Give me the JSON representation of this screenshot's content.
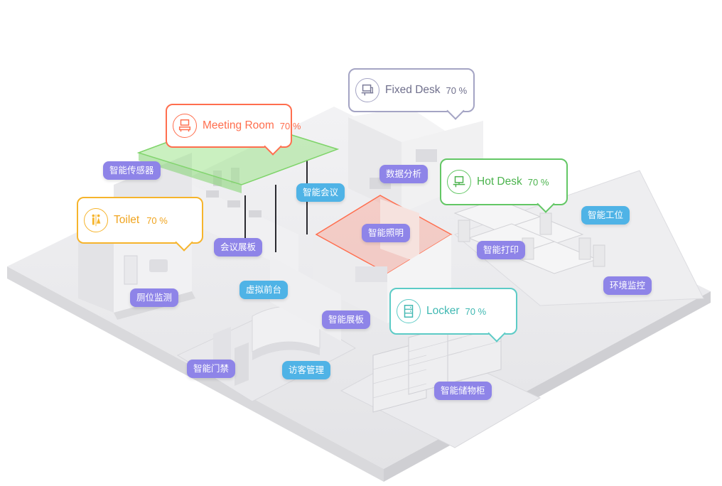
{
  "colors": {
    "meeting": "#ff6e4e",
    "fixed": "#a4a4c4",
    "hot": "#63c765",
    "toilet": "#f6b42c",
    "locker": "#5ccbc6",
    "tag_purple": "#8e84e8",
    "tag_blue": "#4fb3e6"
  },
  "callouts": {
    "meeting_room": {
      "label": "Meeting Room",
      "pct": "70 %",
      "icon": "meeting-room-icon"
    },
    "fixed_desk": {
      "label": "Fixed Desk",
      "pct": "70 %",
      "icon": "fixed-desk-icon"
    },
    "hot_desk": {
      "label": "Hot Desk",
      "pct": "70 %",
      "icon": "hot-desk-icon"
    },
    "toilet": {
      "label": "Toilet",
      "pct": "70 %",
      "icon": "toilet-icon"
    },
    "locker": {
      "label": "Locker",
      "pct": "70 %",
      "icon": "locker-icon"
    }
  },
  "tags": {
    "smart_sensor": "智能传感器",
    "smart_meeting": "智能会议",
    "data_analysis": "数据分析",
    "smart_workstation": "智能工位",
    "smart_lighting": "智能照明",
    "meeting_display": "会议展板",
    "smart_print": "智能打印",
    "env_monitor": "环境监控",
    "toilet_monitor": "厕位监测",
    "virtual_reception": "虚拟前台",
    "smart_display": "智能展板",
    "smart_access": "智能门禁",
    "visitor_mgmt": "访客管理",
    "smart_locker": "智能储物柜"
  }
}
